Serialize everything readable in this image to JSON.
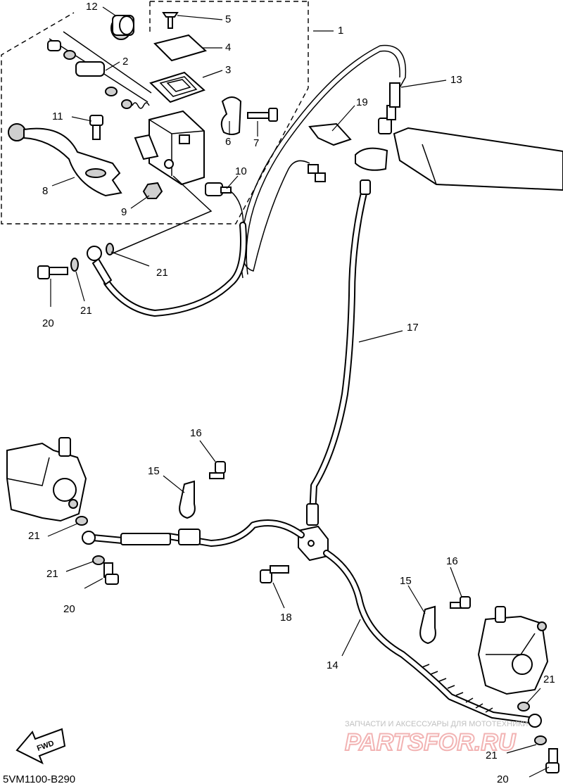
{
  "diagram": {
    "code": "5VM1100-B290",
    "fwd_label": "FWD",
    "watermark": {
      "line1": "ЗАПЧАСТИ И АКСЕССУАРЫ ДЛЯ МОТОТЕХНИКИ",
      "line2": "PARTSFOR.RU"
    },
    "callouts": [
      {
        "id": "c1",
        "text": "1"
      },
      {
        "id": "c2",
        "text": "2"
      },
      {
        "id": "c3",
        "text": "3"
      },
      {
        "id": "c4",
        "text": "4"
      },
      {
        "id": "c5",
        "text": "5"
      },
      {
        "id": "c6",
        "text": "6"
      },
      {
        "id": "c7",
        "text": "7"
      },
      {
        "id": "c8",
        "text": "8"
      },
      {
        "id": "c9",
        "text": "9"
      },
      {
        "id": "c10",
        "text": "10"
      },
      {
        "id": "c11",
        "text": "11"
      },
      {
        "id": "c12",
        "text": "12"
      },
      {
        "id": "c13",
        "text": "13"
      },
      {
        "id": "c14",
        "text": "14"
      },
      {
        "id": "c15a",
        "text": "15"
      },
      {
        "id": "c15b",
        "text": "15"
      },
      {
        "id": "c16a",
        "text": "16"
      },
      {
        "id": "c16b",
        "text": "16"
      },
      {
        "id": "c17",
        "text": "17"
      },
      {
        "id": "c18",
        "text": "18"
      },
      {
        "id": "c19",
        "text": "19"
      },
      {
        "id": "c20a",
        "text": "20"
      },
      {
        "id": "c20b",
        "text": "20"
      },
      {
        "id": "c20c",
        "text": "20"
      },
      {
        "id": "c21a",
        "text": "21"
      },
      {
        "id": "c21b",
        "text": "21"
      },
      {
        "id": "c21c",
        "text": "21"
      },
      {
        "id": "c21d",
        "text": "21"
      },
      {
        "id": "c21e",
        "text": "21"
      },
      {
        "id": "c21f",
        "text": "21"
      }
    ]
  }
}
